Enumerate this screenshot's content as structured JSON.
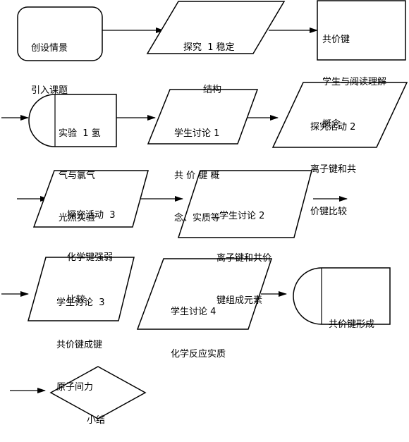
{
  "nodes": [
    {
      "id": "create-scene",
      "shape": "rounded-rect",
      "lines": [
        "创设情景",
        "引入课题"
      ]
    },
    {
      "id": "explore-1",
      "shape": "parallelogram",
      "lines": [
        "探究  1 稳定",
        "结构"
      ]
    },
    {
      "id": "covalent-concept",
      "shape": "rect",
      "lines": [
        "共价键",
        "学生与阅读理解",
        "概念"
      ]
    },
    {
      "id": "experiment-1",
      "shape": "delay",
      "lines": [
        "实验  1 氢",
        "气与氯气",
        "光照实验"
      ]
    },
    {
      "id": "discussion-1",
      "shape": "parallelogram",
      "lines": [
        "学生讨论 1",
        "共 价 键 概",
        "念、实质等"
      ]
    },
    {
      "id": "activity-2",
      "shape": "parallelogram",
      "lines": [
        "探究活动 2",
        "离子键和共",
        "价键比较"
      ]
    },
    {
      "id": "activity-3",
      "shape": "parallelogram",
      "lines": [
        "探究活动  3",
        "化学键强弱",
        "比较"
      ]
    },
    {
      "id": "discussion-2",
      "shape": "parallelogram",
      "lines": [
        "学生讨论 2",
        "离子键和共价",
        "键组成元素"
      ]
    },
    {
      "id": "discussion-3",
      "shape": "parallelogram",
      "lines": [
        "学生讨论  3",
        "共价键成键",
        "原子间力"
      ]
    },
    {
      "id": "discussion-4",
      "shape": "parallelogram",
      "lines": [
        "学生讨论 4",
        "化学反应实质"
      ]
    },
    {
      "id": "covalent-formation",
      "shape": "delay",
      "lines": [
        "共价键形成"
      ]
    },
    {
      "id": "summary",
      "shape": "diamond",
      "lines": [
        "小结"
      ]
    }
  ]
}
